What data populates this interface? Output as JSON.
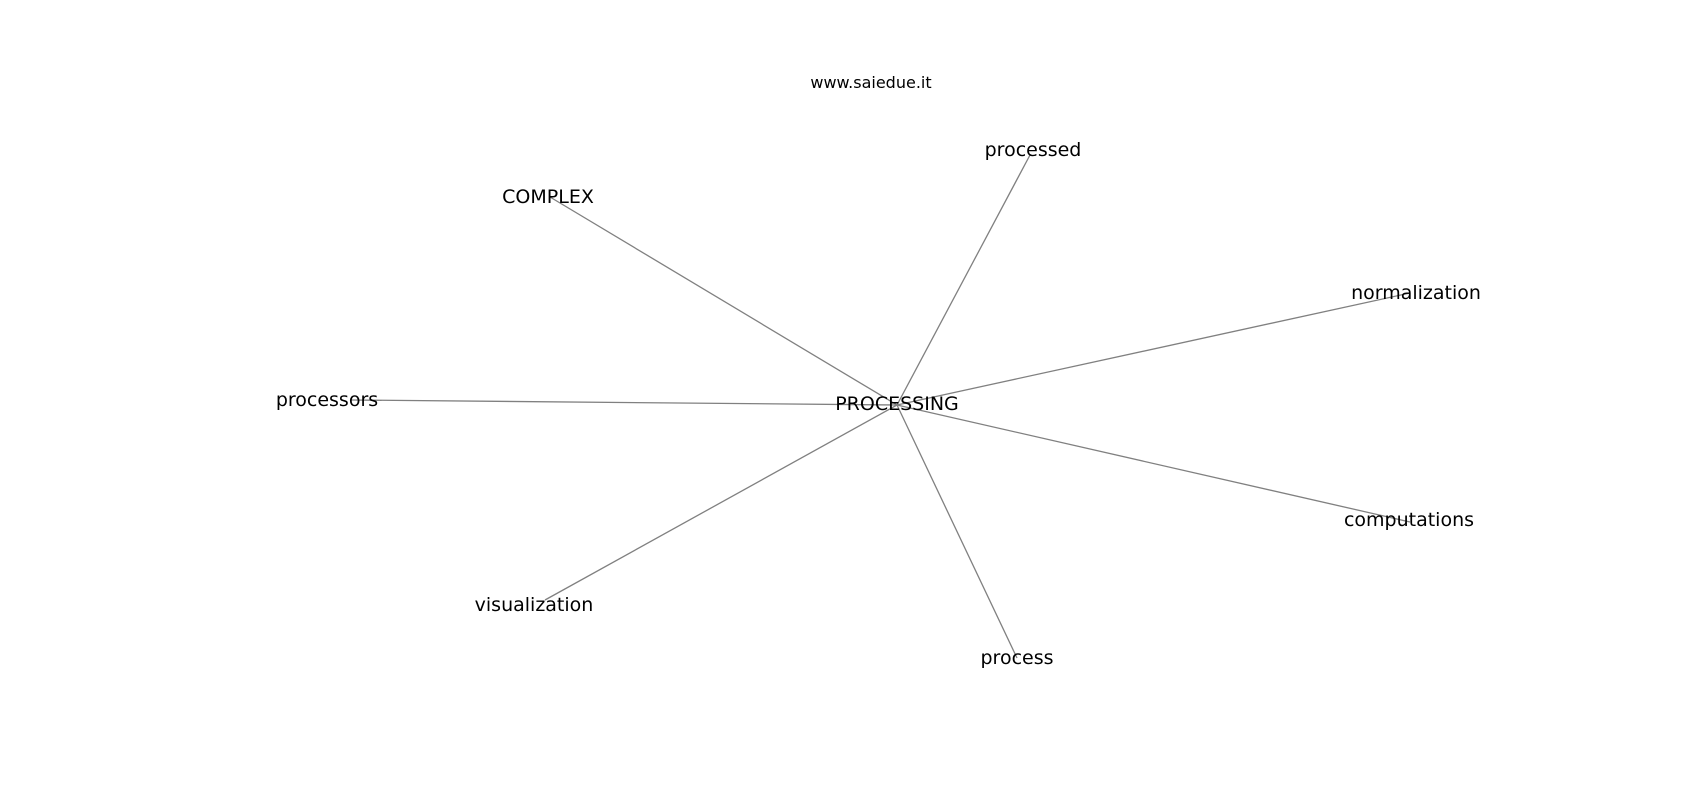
{
  "watermark": "www.saiedue.it",
  "graph": {
    "center": "PROCESSING",
    "nodes": [
      "COMPLEX",
      "processed",
      "normalization",
      "processors",
      "computations",
      "visualization",
      "process"
    ],
    "edge_color": "#808080",
    "text_color": "#000000"
  }
}
